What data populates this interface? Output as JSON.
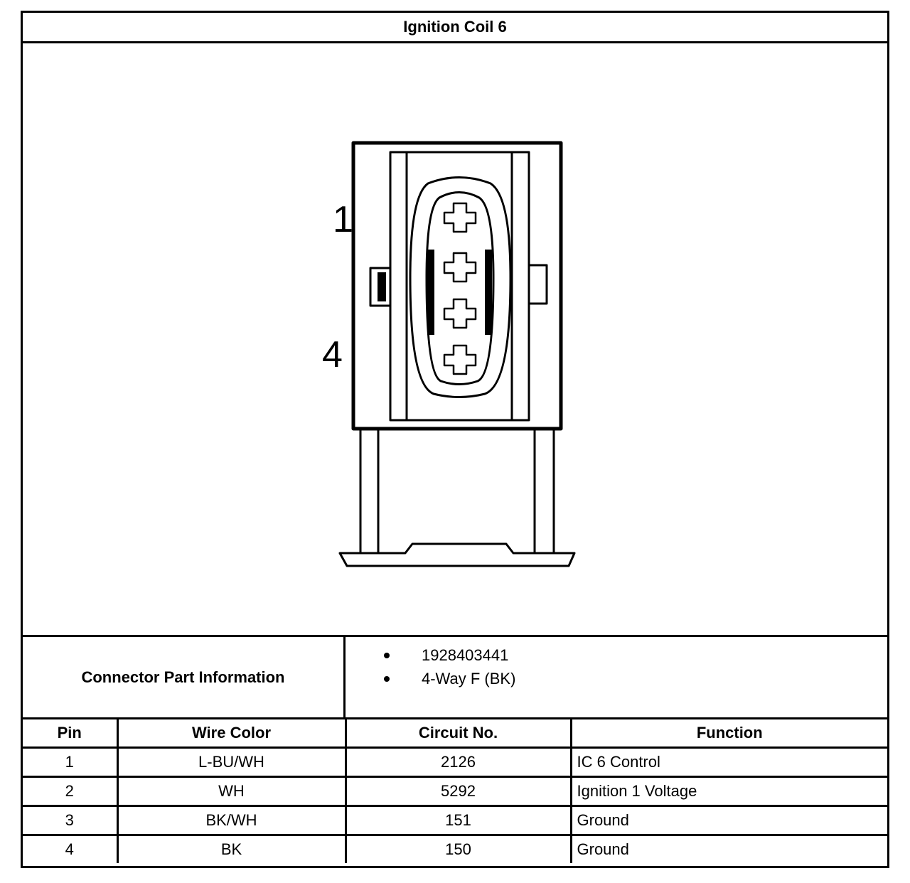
{
  "title": "Ignition Coil 6",
  "diagram": {
    "pin_labels": [
      "1",
      "4"
    ]
  },
  "connector_info": {
    "label": "Connector Part Information",
    "items": [
      "1928403441",
      "4-Way F (BK)"
    ]
  },
  "table": {
    "headers": [
      "Pin",
      "Wire Color",
      "Circuit No.",
      "Function"
    ],
    "rows": [
      [
        "1",
        "L-BU/WH",
        "2126",
        "IC 6 Control"
      ],
      [
        "2",
        "WH",
        "5292",
        "Ignition 1 Voltage"
      ],
      [
        "3",
        "BK/WH",
        "151",
        "Ground"
      ],
      [
        "4",
        "BK",
        "150",
        "Ground"
      ]
    ]
  }
}
